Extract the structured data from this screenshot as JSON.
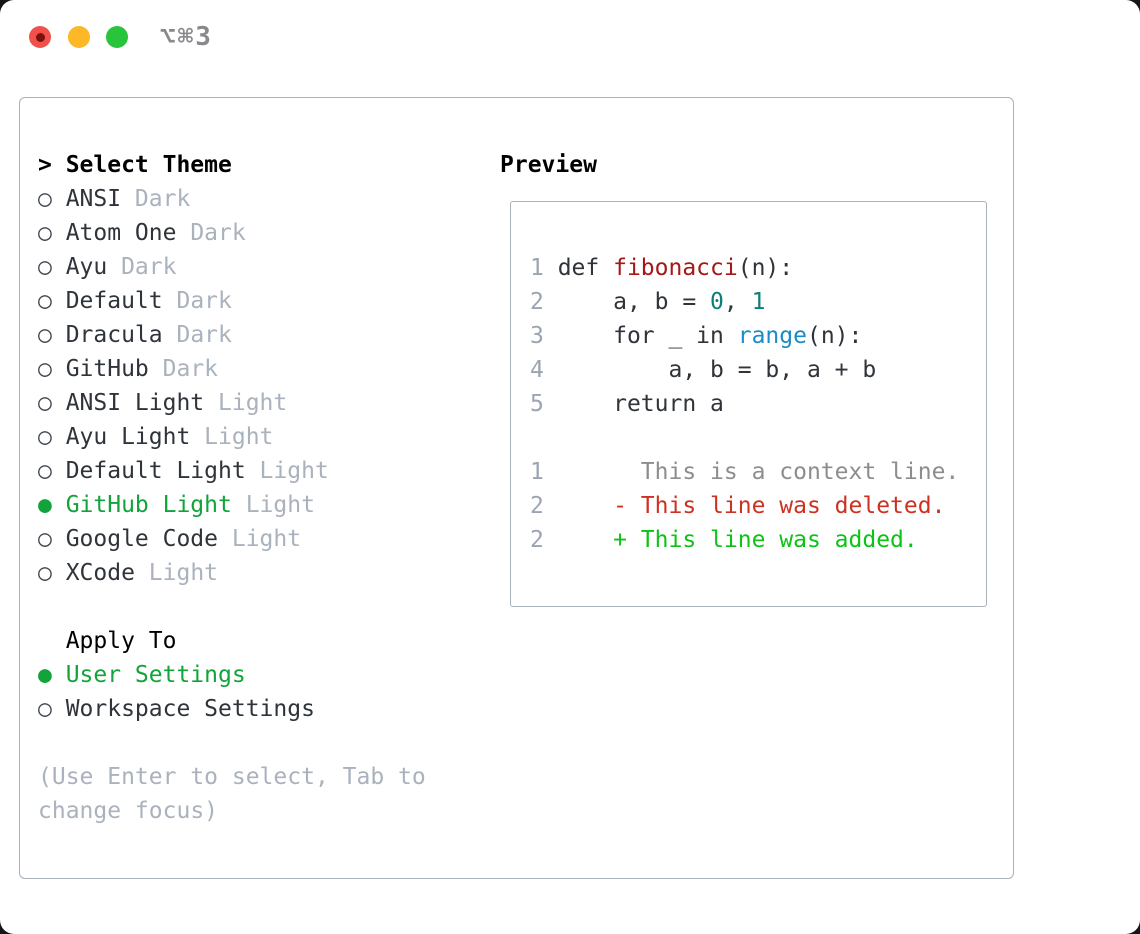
{
  "window": {
    "title": "⌥⌘3",
    "traffic_lights": [
      "close",
      "minimize",
      "zoom"
    ]
  },
  "icons": {
    "prompt_marker": ">",
    "radio_unselected": "○",
    "radio_selected": "●"
  },
  "colors": {
    "panel_border": "#a9b1bb",
    "selected_green": "#12a43a",
    "muted_gray": "#a9b2bd",
    "function_red": "#a61717",
    "number_teal": "#0e7e79",
    "builtin_blue": "#1b8bc4",
    "diff_deleted_red": "#cd3122",
    "diff_added_green": "#0cc316",
    "line_number_gray": "#9aa4b2",
    "traffic_red": "#f0524b",
    "traffic_yellow": "#fcb827",
    "traffic_green": "#29c43c"
  },
  "theme_panel": {
    "heading": "Select Theme",
    "themes": [
      {
        "name": "ANSI",
        "variant": "Dark",
        "selected": false
      },
      {
        "name": "Atom One",
        "variant": "Dark",
        "selected": false
      },
      {
        "name": "Ayu",
        "variant": "Dark",
        "selected": false
      },
      {
        "name": "Default",
        "variant": "Dark",
        "selected": false
      },
      {
        "name": "Dracula",
        "variant": "Dark",
        "selected": false
      },
      {
        "name": "GitHub",
        "variant": "Dark",
        "selected": false
      },
      {
        "name": "ANSI Light",
        "variant": "Light",
        "selected": false
      },
      {
        "name": "Ayu Light",
        "variant": "Light",
        "selected": false
      },
      {
        "name": "Default Light",
        "variant": "Light",
        "selected": false
      },
      {
        "name": "GitHub Light",
        "variant": "Light",
        "selected": true
      },
      {
        "name": "Google Code",
        "variant": "Light",
        "selected": false
      },
      {
        "name": "XCode",
        "variant": "Light",
        "selected": false
      }
    ],
    "apply_to": {
      "heading": "Apply To",
      "options": [
        {
          "label": "User Settings",
          "selected": true
        },
        {
          "label": "Workspace Settings",
          "selected": false
        }
      ]
    },
    "footer_hint": "(Use Enter to select, Tab to change focus)"
  },
  "preview": {
    "heading": "Preview",
    "code_lines": [
      {
        "num": "1",
        "segments": [
          {
            "t": "def ",
            "c": "fg"
          },
          {
            "t": "fibonacci",
            "c": "func"
          },
          {
            "t": "(n):",
            "c": "fg"
          }
        ]
      },
      {
        "num": "2",
        "segments": [
          {
            "t": "    a, b = ",
            "c": "fg"
          },
          {
            "t": "0",
            "c": "num"
          },
          {
            "t": ", ",
            "c": "fg"
          },
          {
            "t": "1",
            "c": "num"
          }
        ]
      },
      {
        "num": "3",
        "segments": [
          {
            "t": "    for _ in ",
            "c": "fg"
          },
          {
            "t": "range",
            "c": "builtin"
          },
          {
            "t": "(n):",
            "c": "fg"
          }
        ]
      },
      {
        "num": "4",
        "segments": [
          {
            "t": "        a, b = b, a + b",
            "c": "fg"
          }
        ]
      },
      {
        "num": "5",
        "segments": [
          {
            "t": "    return a",
            "c": "fg"
          }
        ]
      },
      {
        "num": "",
        "segments": []
      },
      {
        "num": "1",
        "segments": [
          {
            "t": "      This is a context line.",
            "c": "context"
          }
        ]
      },
      {
        "num": "2",
        "segments": [
          {
            "t": "    - This line was deleted.",
            "c": "del"
          }
        ]
      },
      {
        "num": "2",
        "segments": [
          {
            "t": "    + This line was added.",
            "c": "add"
          }
        ]
      }
    ]
  }
}
